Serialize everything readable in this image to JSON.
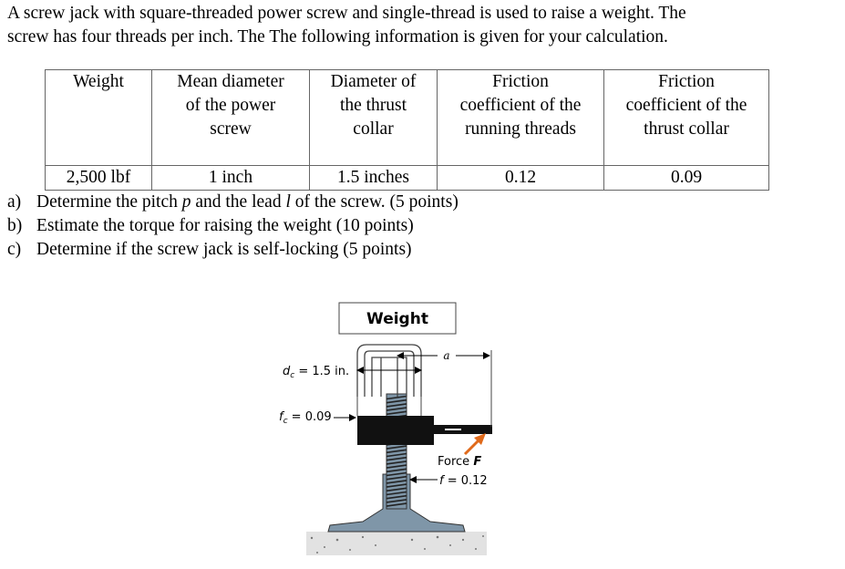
{
  "problem": {
    "intro_line1": "A screw jack with square-threaded power screw and single-thread is used to raise a weight. The",
    "intro_line2": "screw has four threads per inch. The The following information is given for your calculation."
  },
  "table": {
    "headers": [
      [
        "Weight"
      ],
      [
        "Mean diameter",
        "of the power",
        "screw"
      ],
      [
        "Diameter of",
        "the thrust",
        "collar"
      ],
      [
        "Friction",
        "coefficient of the",
        "running threads"
      ],
      [
        "Friction",
        "coefficient of the",
        "thrust collar"
      ]
    ],
    "values": [
      "2,500 lbf",
      "1 inch",
      "1.5 inches",
      "0.12",
      "0.09"
    ]
  },
  "questions": [
    {
      "label": "a)",
      "pre": "Determine the pitch ",
      "var1": "p",
      "mid": " and the lead ",
      "var2": "l",
      "post": " of the screw. (5 points)"
    },
    {
      "label": "b)",
      "text": "Estimate the torque for raising the weight (10 points)"
    },
    {
      "label": "c)",
      "text": "Determine if the screw jack is self-locking (5 points)"
    }
  ],
  "figure": {
    "weight_label": "Weight",
    "dc_label": "d",
    "dc_sub": "c",
    "dc_value": " = 1.5 in.",
    "fc_label": "f",
    "fc_sub": "c",
    "fc_value": " = 0.09",
    "a_label": "a",
    "force_label": "Force ",
    "force_var": "F",
    "f_label": "f",
    "f_value": " = 0.12",
    "arrow_color": "#e06a1b"
  }
}
